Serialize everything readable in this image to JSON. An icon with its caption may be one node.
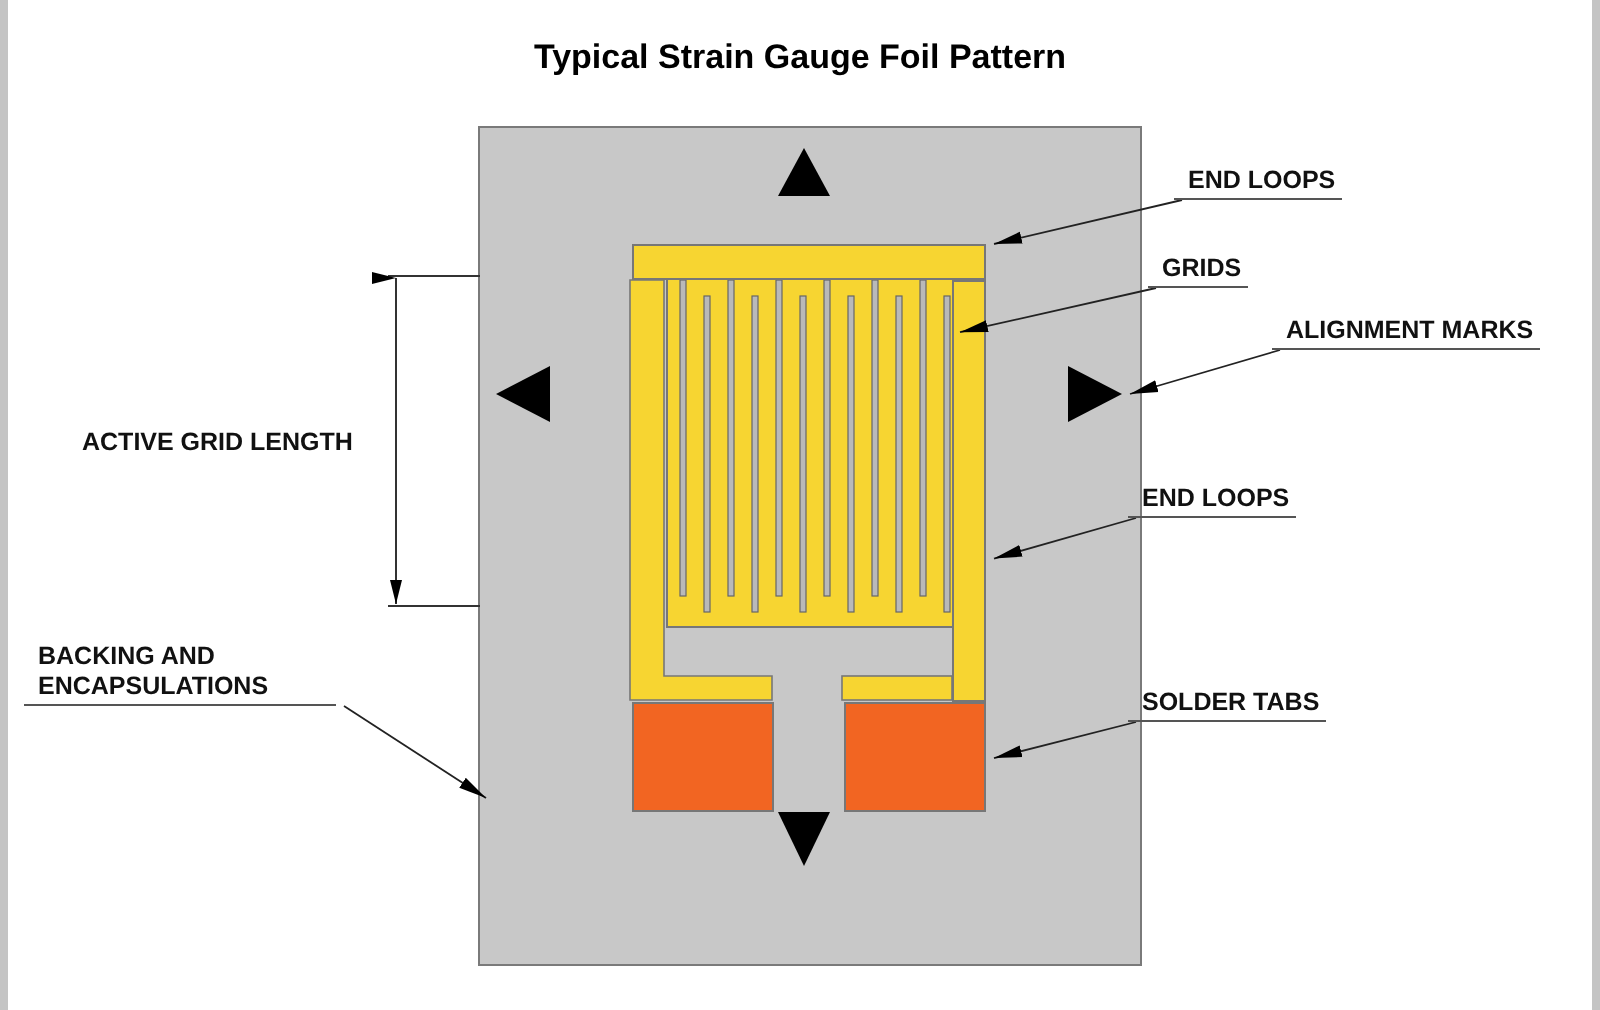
{
  "diagram": {
    "title": "Typical Strain Gauge Foil Pattern",
    "nodes": [
      {
        "text": [],
        "shape": "box"
      },
      {
        "text": [],
        "shape": "triangle",
        "in": 0
      },
      {
        "text": [],
        "shape": "triangle",
        "in": 0
      },
      {
        "text": [],
        "shape": "triangle",
        "in": 0
      },
      {
        "text": [],
        "shape": "triangle",
        "in": 0
      },
      {
        "text": [],
        "shape": "bar",
        "in": 0
      },
      {
        "text": [],
        "shape": "box",
        "in": 0
      },
      {
        "text": [],
        "shape": "bar",
        "in": 0
      },
      {
        "text": [],
        "shape": "box",
        "in": 0
      },
      {
        "text": [],
        "shape": "box",
        "in": 0
      },
      {
        "text": [
          "END LOOPS"
        ]
      },
      {
        "text": [
          "GRIDS"
        ]
      },
      {
        "text": [
          "ALIGNMENT MARKS"
        ]
      },
      {
        "text": [
          "END LOOPS"
        ]
      },
      {
        "text": [
          "SOLDER TABS"
        ]
      },
      {
        "text": [
          "BACKING AND ENCAPSULATIONS"
        ]
      }
    ],
    "edges": [
      {
        "from": 10,
        "to": 5,
        "arrow": "to"
      },
      {
        "from": 11,
        "to": 6,
        "arrow": "to"
      },
      {
        "from": 12,
        "to": 3,
        "arrow": "to"
      },
      {
        "from": 13,
        "to": 7,
        "arrow": "to"
      },
      {
        "from": 14,
        "to": 9,
        "arrow": "to"
      },
      {
        "from": 15,
        "to": 0,
        "arrow": "to"
      }
    ],
    "labels": [
      "ACTIVE GRID LENGTH"
    ]
  }
}
